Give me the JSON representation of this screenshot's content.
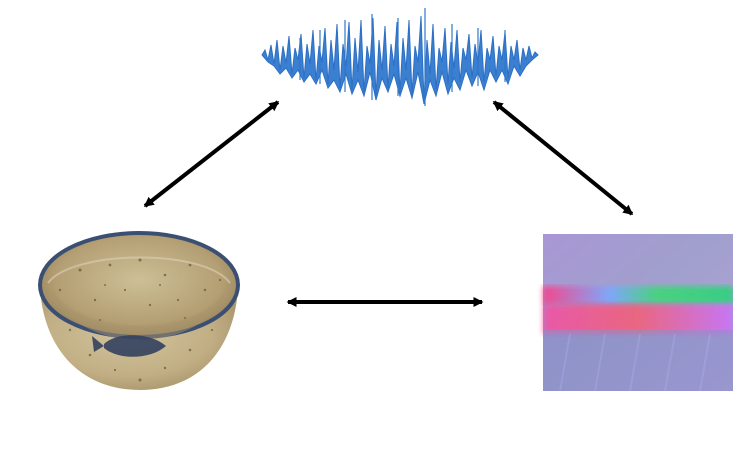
{
  "diagram": {
    "nodes": [
      {
        "id": "audio",
        "kind": "audio-waveform"
      },
      {
        "id": "object",
        "kind": "ceramic-bowl-image"
      },
      {
        "id": "tactile",
        "kind": "tactile-texture-image"
      }
    ],
    "edges": [
      {
        "from": "audio",
        "to": "object",
        "style": "double-headed-arrow"
      },
      {
        "from": "audio",
        "to": "tactile",
        "style": "double-headed-arrow"
      },
      {
        "from": "object",
        "to": "tactile",
        "style": "double-headed-arrow"
      }
    ]
  },
  "colors": {
    "waveform": "#3a7fd0",
    "arrow": "#000000",
    "bowl_outer": "#c7b690",
    "bowl_inner": "#b9a376",
    "bowl_rim": "#3b4f72",
    "texture_magenta": "#d65f8e",
    "texture_green": "#5fd38a",
    "texture_blue": "#4a8ee6",
    "texture_purple": "#a58ad6"
  }
}
